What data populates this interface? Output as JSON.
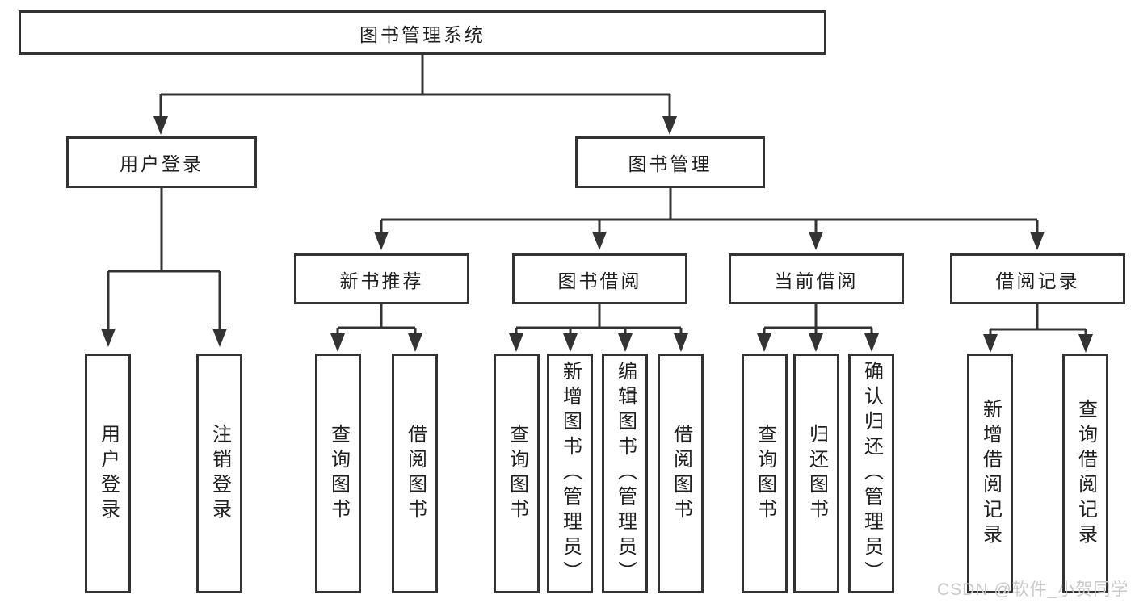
{
  "diagram": {
    "root": {
      "label": "图书管理系统"
    },
    "level2": [
      {
        "label": "用户登录"
      },
      {
        "label": "图书管理"
      }
    ],
    "level3": [
      {
        "label": "新书推荐",
        "parent": "图书管理"
      },
      {
        "label": "图书借阅",
        "parent": "图书管理"
      },
      {
        "label": "当前借阅",
        "parent": "图书管理"
      },
      {
        "label": "借阅记录",
        "parent": "图书管理"
      }
    ],
    "leaves": [
      {
        "label": "用户登录",
        "parent": "用户登录"
      },
      {
        "label": "注销登录",
        "parent": "用户登录"
      },
      {
        "label": "查询图书",
        "parent": "新书推荐"
      },
      {
        "label": "借阅图书",
        "parent": "新书推荐"
      },
      {
        "label": "查询图书",
        "parent": "图书借阅"
      },
      {
        "label": "新增图书（管理员）",
        "parent": "图书借阅"
      },
      {
        "label": "编辑图书（管理员）",
        "parent": "图书借阅"
      },
      {
        "label": "借阅图书",
        "parent": "图书借阅"
      },
      {
        "label": "查询图书",
        "parent": "当前借阅"
      },
      {
        "label": "归还图书",
        "parent": "当前借阅"
      },
      {
        "label": "确认归还（管理员）",
        "parent": "当前借阅"
      },
      {
        "label": "新增借阅记录",
        "parent": "借阅记录"
      },
      {
        "label": "查询借阅记录",
        "parent": "借阅记录"
      }
    ],
    "watermark": "CSDN @软件_小贺同学",
    "colors": {
      "background": "#ffffff",
      "line": "#333333",
      "box_border": "#333333",
      "text": "#1f1f1f",
      "watermark": "#c9c9c9"
    }
  }
}
